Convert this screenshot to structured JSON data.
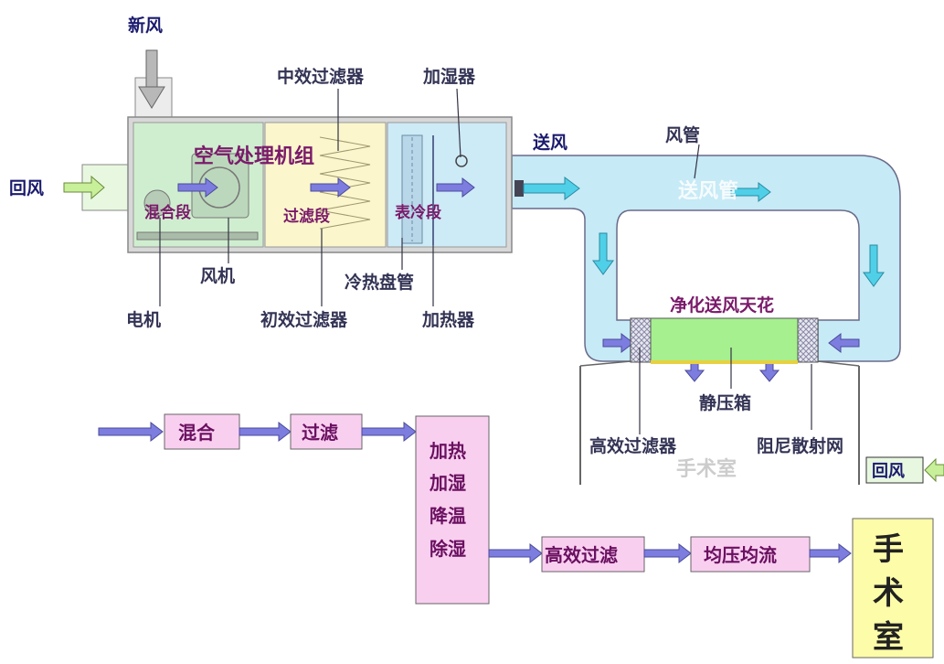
{
  "labels": {
    "fresh_air": "新风",
    "return_air_left": "回风",
    "ahu_title": "空气处理机组",
    "mixing_section": "混合段",
    "filter_section": "过滤段",
    "cooling_section": "表冷段",
    "medium_filter": "中效过滤器",
    "humidifier": "加湿器",
    "fan": "风机",
    "motor": "电机",
    "primary_filter": "初效过滤器",
    "coil": "冷热盘管",
    "heater": "加热器",
    "supply_air": "送风",
    "duct": "风管",
    "supply_duct": "送风管",
    "ceiling": "净化送风天花",
    "plenum": "静压箱",
    "hepa": "高效过滤器",
    "diffuser": "阻尼散射网",
    "or_room_faded": "手术室",
    "return_air_right": "回风"
  },
  "flow": {
    "mix": "混合",
    "filter": "过滤",
    "treat_lines": [
      "加热",
      "加湿",
      "降温",
      "除湿"
    ],
    "hepa_filter": "高效过滤",
    "equalize": "均压均流",
    "room_chars": [
      "手",
      "术",
      "室"
    ]
  },
  "colors": {
    "ahu_green": "#cfeecf",
    "ahu_yellow": "#fbf6cc",
    "ahu_blue": "#cdeaf7",
    "duct_blue": "#c6eaf6",
    "arrow_blue": "#7d7de0",
    "flow_box_pink": "#f9cff0",
    "room_yellow": "#fdfca8",
    "ceiling_green": "#a6f08f"
  }
}
